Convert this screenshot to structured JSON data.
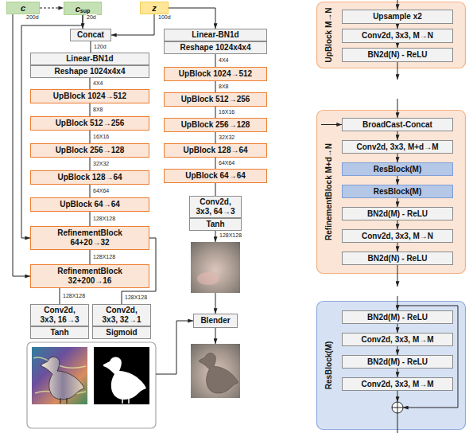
{
  "diagram": {
    "nodes": [
      {
        "text": [
          "c"
        ]
      },
      {
        "text": [
          "c",
          "sup"
        ]
      },
      {
        "text": [
          "z"
        ]
      },
      {
        "text": [
          "Concat"
        ]
      },
      {
        "text": [
          "Linear-BN1d"
        ]
      },
      {
        "text": [
          "Reshape 1024x4x4"
        ]
      },
      {
        "text": [
          "UpBlock 1024→512"
        ]
      },
      {
        "text": [
          "UpBlock 512→256"
        ]
      },
      {
        "text": [
          "UpBlock 256→128"
        ]
      },
      {
        "text": [
          "UpBlock 128→64"
        ]
      },
      {
        "text": [
          "UpBlock 64→64"
        ]
      },
      {
        "text": [
          "RefinementBlock 64+20→32"
        ]
      },
      {
        "text": [
          "RefinementBlock 32+200→16"
        ]
      },
      {
        "text": [
          "Conv2d, 3x3, 16→3"
        ]
      },
      {
        "text": [
          "Tanh"
        ]
      },
      {
        "text": [
          "Conv2d, 3x3, 32→1"
        ]
      },
      {
        "text": [
          "Sigmoid"
        ]
      },
      {
        "text": [
          "Linear-BN1d"
        ]
      },
      {
        "text": [
          "Reshape 1024x4x4"
        ]
      },
      {
        "text": [
          "UpBlock 1024→512"
        ]
      },
      {
        "text": [
          "UpBlock 512→256"
        ]
      },
      {
        "text": [
          "UpBlock 256→128"
        ]
      },
      {
        "text": [
          "UpBlock 128→64"
        ]
      },
      {
        "text": [
          "UpBlock 64→64"
        ]
      },
      {
        "text": [
          "Conv2d, 3x3, 64→3"
        ]
      },
      {
        "text": [
          "Tanh"
        ]
      },
      {
        "text": [
          "Blender"
        ]
      },
      {
        "text": [
          "UpBlock M→N"
        ]
      },
      {
        "text": [
          "Upsample x2"
        ],
        "in": 27
      },
      {
        "text": [
          "Conv2d, 3x3, M→N"
        ],
        "in": 27
      },
      {
        "text": [
          "BN2d(N) - ReLU"
        ],
        "in": 27
      },
      {
        "text": [
          "RefinementBlock M+d→N"
        ]
      },
      {
        "text": [
          "BroadCast-Concat"
        ],
        "in": 31
      },
      {
        "text": [
          "Conv2d, 3x3, M+d→M"
        ],
        "in": 31
      },
      {
        "text": [
          "ResBlock(M)"
        ],
        "in": 31
      },
      {
        "text": [
          "ResBlock(M)"
        ],
        "in": 31
      },
      {
        "text": [
          "BN2d(M) - ReLU"
        ],
        "in": 31
      },
      {
        "text": [
          "Conv2d, 3x3, M→N"
        ],
        "in": 31
      },
      {
        "text": [
          "BN2d(N) - ReLU"
        ],
        "in": 31
      },
      {
        "text": [
          "ResBlock(M)"
        ]
      },
      {
        "text": [
          "BN2d(M) - ReLU"
        ],
        "in": 39
      },
      {
        "text": [
          "Conv2d, 3x3, M→M"
        ],
        "in": 39
      },
      {
        "text": [
          "BN2d(M) - ReLU"
        ],
        "in": 39
      },
      {
        "text": [
          "Conv2d, 3x3, M→M"
        ],
        "in": 39
      }
    ],
    "edges": [
      {
        "from": 0,
        "to": 1,
        "arrow": "to"
      },
      {
        "from": 1,
        "to": 3,
        "arrow": "to"
      },
      {
        "from": 2,
        "to": 3,
        "arrow": "to"
      },
      {
        "from": 2,
        "to": 17,
        "arrow": "to"
      },
      {
        "from": 3,
        "to": 4,
        "label": "120d",
        "arrow": "none"
      },
      {
        "from": 5,
        "to": 6,
        "label": "4X4",
        "arrow": "none"
      },
      {
        "from": 6,
        "to": 7,
        "label": "8X8",
        "arrow": "none"
      },
      {
        "from": 7,
        "to": 8,
        "label": "16X16",
        "arrow": "none"
      },
      {
        "from": 8,
        "to": 9,
        "label": "32X32",
        "arrow": "none"
      },
      {
        "from": 9,
        "to": 10,
        "label": "64X64",
        "arrow": "none"
      },
      {
        "from": 10,
        "to": 11,
        "label": "128X128",
        "arrow": "none"
      },
      {
        "from": 1,
        "to": 11,
        "arrow": "to"
      },
      {
        "from": 0,
        "to": 12,
        "arrow": "to"
      },
      {
        "from": 11,
        "to": 12,
        "label": "128X128",
        "arrow": "none"
      },
      {
        "from": 11,
        "to": 15,
        "label": "128X128",
        "arrow": "none"
      },
      {
        "from": 12,
        "to": 13,
        "label": "128X128",
        "arrow": "none"
      },
      {
        "from": 18,
        "to": 19,
        "label": "4X4",
        "arrow": "none"
      },
      {
        "from": 19,
        "to": 20,
        "label": "8X8",
        "arrow": "none"
      },
      {
        "from": 20,
        "to": 21,
        "label": "16X16",
        "arrow": "none"
      },
      {
        "from": 21,
        "to": 22,
        "label": "32X32",
        "arrow": "none"
      },
      {
        "from": 22,
        "to": 23,
        "label": "64X64",
        "arrow": "none"
      },
      {
        "from": 23,
        "to": 24,
        "arrow": "none"
      },
      {
        "from": 28,
        "to": 29,
        "arrow": "to"
      },
      {
        "from": 29,
        "to": 30,
        "arrow": "to"
      },
      {
        "from": 32,
        "to": 33,
        "arrow": "to"
      },
      {
        "from": 33,
        "to": 34,
        "arrow": "to"
      },
      {
        "from": 34,
        "to": 35,
        "arrow": "to"
      },
      {
        "from": 35,
        "to": 36,
        "arrow": "to"
      },
      {
        "from": 36,
        "to": 37,
        "arrow": "to"
      },
      {
        "from": 37,
        "to": 38,
        "arrow": "to"
      },
      {
        "from": 40,
        "to": 41,
        "arrow": "to"
      },
      {
        "from": 41,
        "to": 42,
        "arrow": "to"
      },
      {
        "from": 42,
        "to": 43,
        "arrow": "to"
      }
    ],
    "labels": [
      "200d",
      "20d",
      "100d",
      "128X128"
    ]
  }
}
